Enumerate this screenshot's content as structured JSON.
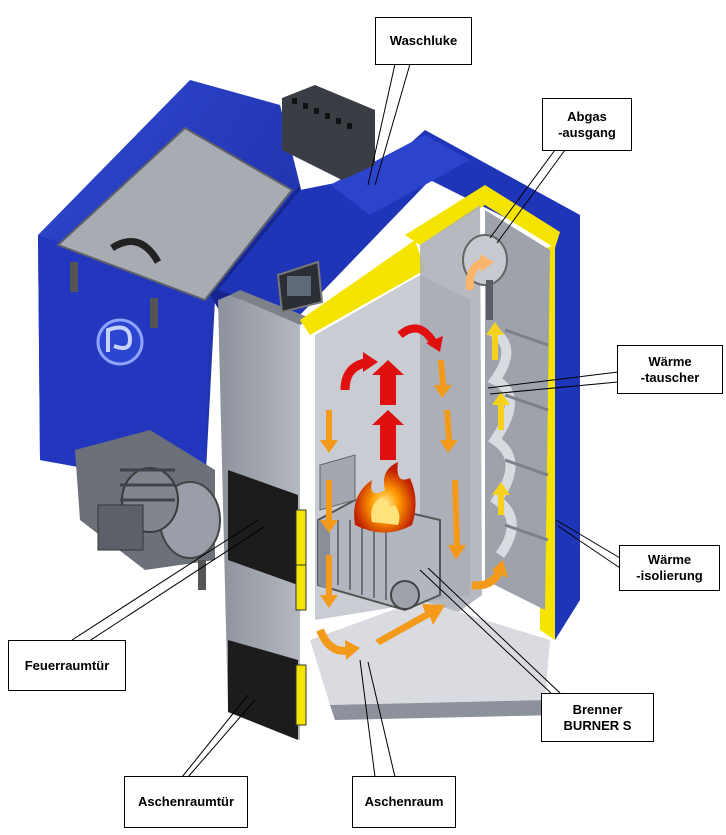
{
  "labels": {
    "waschluke": "Waschluke",
    "abgasausgang": [
      "Abgas",
      "-ausgang"
    ],
    "waermetauscher": [
      "Wärme",
      "-tauscher"
    ],
    "waermeisolierung": [
      "Wärme",
      "-isolierung"
    ],
    "feuerraumtuer": "Feuerraumtür",
    "brenner": [
      "Brenner",
      "BURNER S"
    ],
    "aschenraumtuer": "Aschenraumtür",
    "aschenraum": "Aschenraum"
  },
  "colors": {
    "casing_blue": "#1f35b8",
    "casing_blue_dark": "#14228a",
    "steel_grey": "#9a9ea8",
    "panel_grey": "#c9ccd3",
    "insulation_yellow": "#f4e400",
    "flame": "#ff8a00",
    "arrow_red": "#e01010",
    "arrow_orange": "#f39a1a",
    "arrow_yellow": "#f6d21c",
    "arrow_light_orange": "#f8b56b",
    "door_black": "#1a1a1a"
  }
}
